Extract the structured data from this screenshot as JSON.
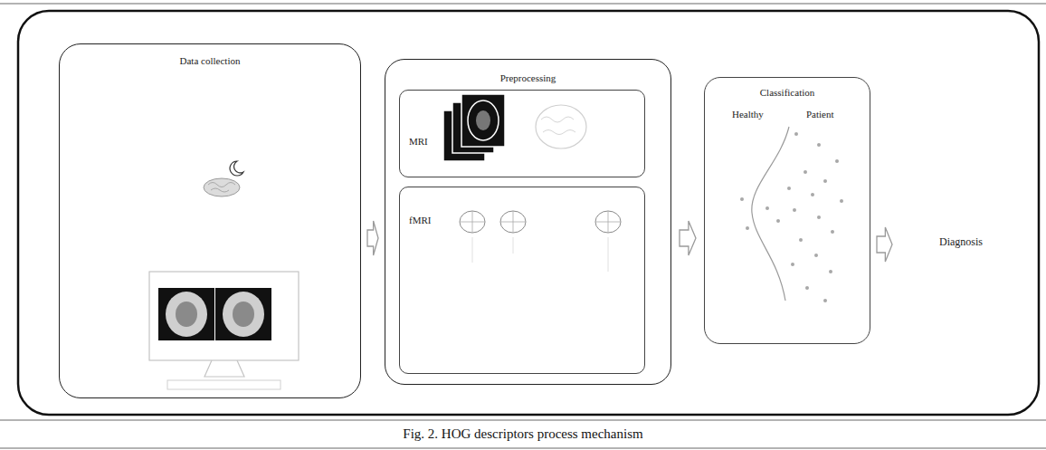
{
  "diagram": {
    "caption": "Fig. 2. HOG descriptors process mechanism",
    "nodes": [
      {
        "text": [
          "Data collection"
        ]
      },
      {
        "text": [
          "Preprocessing"
        ]
      },
      {
        "text": [
          "MRI"
        ],
        "in": 1
      },
      {
        "text": [
          "fMRI"
        ],
        "in": 1
      },
      {
        "text": [
          "Classification",
          "Healthy",
          "Patient"
        ]
      },
      {
        "text": [
          "Diagnosis"
        ]
      }
    ],
    "edges": [
      {
        "from": 0,
        "to": 1,
        "arrow": "to"
      },
      {
        "from": 1,
        "to": 4,
        "arrow": "to"
      },
      {
        "from": 4,
        "to": 5,
        "arrow": "to"
      }
    ]
  }
}
